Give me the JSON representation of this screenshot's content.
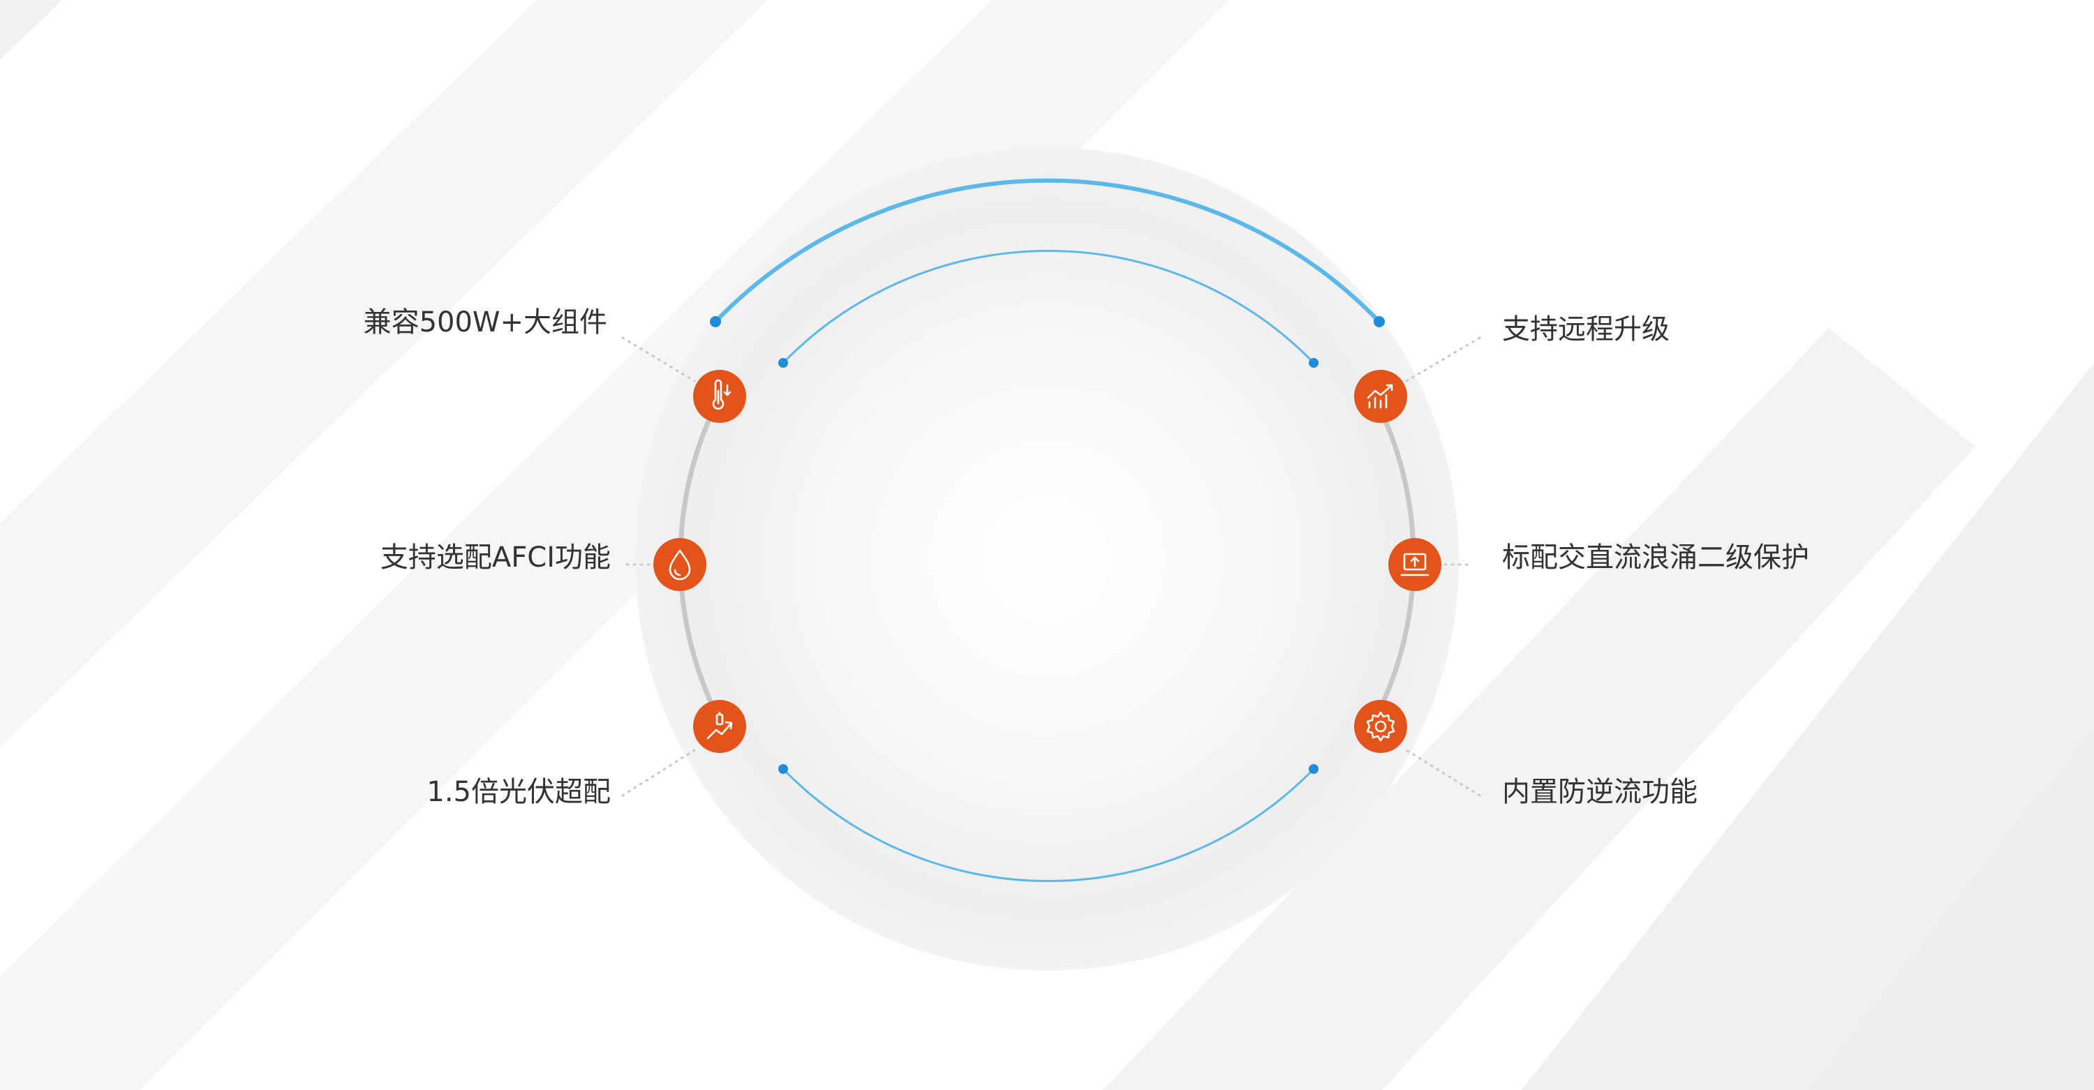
{
  "colors": {
    "accent_orange": "#E3541A",
    "arc_blue": "#5BB8E8",
    "dot_blue": "#1E8CD8",
    "ring_gray": "#C8C8C8",
    "text": "#333333"
  },
  "features": {
    "left": [
      {
        "label": "兼容500W+大组件",
        "icon": "thermometer-icon"
      },
      {
        "label": "支持选配AFCI功能",
        "icon": "water-drop-icon"
      },
      {
        "label": "1.5倍光伏超配",
        "icon": "growth-arrow-icon"
      }
    ],
    "right": [
      {
        "label": "支持远程升级",
        "icon": "bar-chart-trend-icon"
      },
      {
        "label": "标配交直流浪涌二级保护",
        "icon": "upload-monitor-icon"
      },
      {
        "label": "内置防逆流功能",
        "icon": "gear-icon"
      }
    ]
  }
}
